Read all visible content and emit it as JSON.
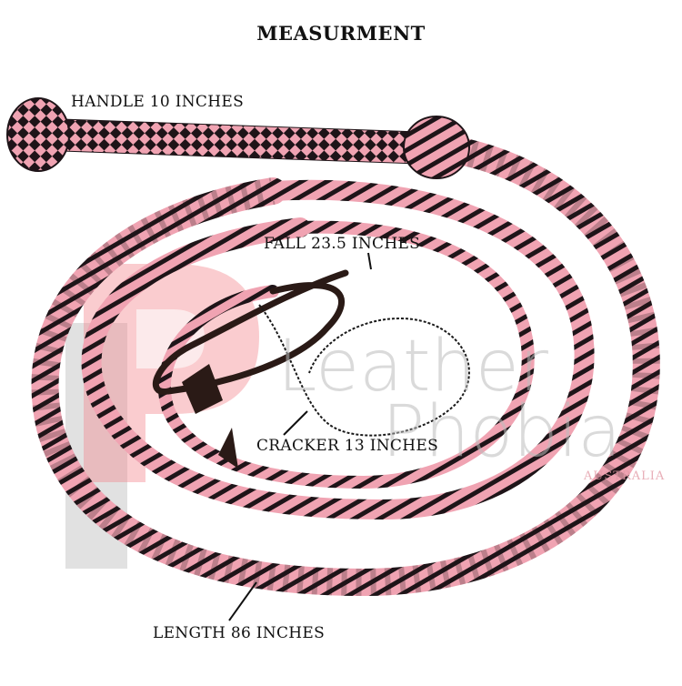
{
  "title": "MEASURMENT",
  "labels": {
    "handle": "HANDLE 10 INCHES",
    "fall": "FALL 23.5 INCHES",
    "cracker": "CRACKER 13 INCHES",
    "length": "LENGTH 86 INCHES"
  },
  "watermark": {
    "line1": "Leather",
    "line2": "Phobia",
    "line3": "AUSTRALIA"
  },
  "colors": {
    "pink": "#f0a3b2",
    "black": "#1e1418",
    "brown": "#2a1a16",
    "watermark_red": "#e8323c",
    "watermark_gray": "#b8b8b8"
  }
}
